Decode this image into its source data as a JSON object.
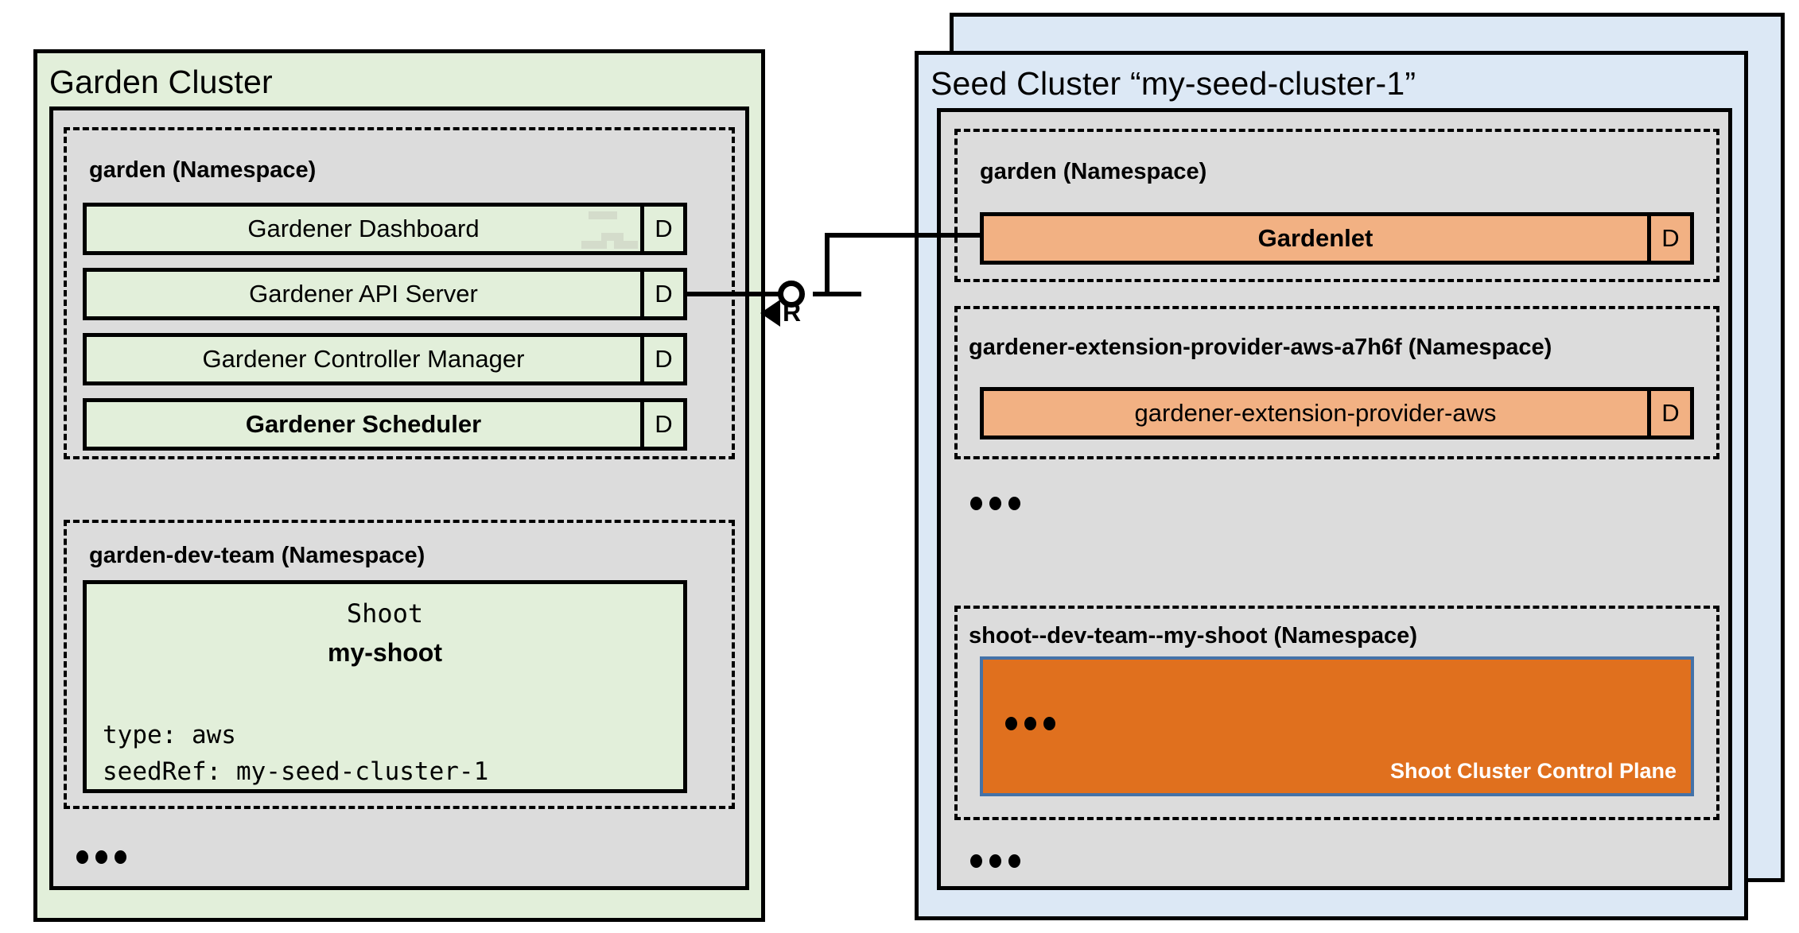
{
  "diagram": {
    "title": "Gardener Garden Cluster and Seed Cluster architecture",
    "colors": {
      "garden_cluster_bg": "#E2EFDA",
      "seed_cluster_bg": "#DCE8F5",
      "host_bg": "#DCDCDC",
      "workload_green": "#E2EFDA",
      "workload_orange": "#F2B183",
      "control_plane_fill": "#E0701E",
      "control_plane_border": "#4472A8",
      "stroke": "#000000"
    }
  },
  "garden_cluster": {
    "title": "Garden Cluster",
    "namespaces": [
      {
        "title": "garden (Namespace)",
        "workloads": [
          {
            "label": "Gardener Dashboard",
            "badge": "D",
            "bold": false
          },
          {
            "label": "Gardener API Server",
            "badge": "D",
            "bold": false
          },
          {
            "label": "Gardener Controller Manager",
            "badge": "D",
            "bold": false
          },
          {
            "label": "Gardener Scheduler",
            "badge": "D",
            "bold": true
          }
        ]
      },
      {
        "title": "garden-dev-team (Namespace)",
        "shoot": {
          "kind": "Shoot",
          "name": "my-shoot",
          "spec_line_1": "type: aws",
          "spec_line_2": "seedRef: my-seed-cluster-1"
        }
      }
    ],
    "more_indicator": "..."
  },
  "seed_cluster": {
    "title": "Seed Cluster “my-seed-cluster-1”",
    "namespaces": [
      {
        "title": "garden (Namespace)",
        "workloads": [
          {
            "label": "Gardenlet",
            "badge": "D",
            "bold": true
          }
        ]
      },
      {
        "title": "gardener-extension-provider-aws-a7h6f (Namespace)",
        "workloads": [
          {
            "label": "gardener-extension-provider-aws",
            "badge": "D",
            "bold": false
          }
        ]
      },
      {
        "title": "shoot--dev-team--my-shoot (Namespace)",
        "control_plane": {
          "label": "Shoot Cluster Control Plane",
          "more_indicator": "..."
        }
      }
    ],
    "more_indicator_after_extension": "...",
    "more_indicator_bottom": "..."
  },
  "connector": {
    "label": "R",
    "from": "Gardener API Server",
    "to": "Gardenlet"
  }
}
